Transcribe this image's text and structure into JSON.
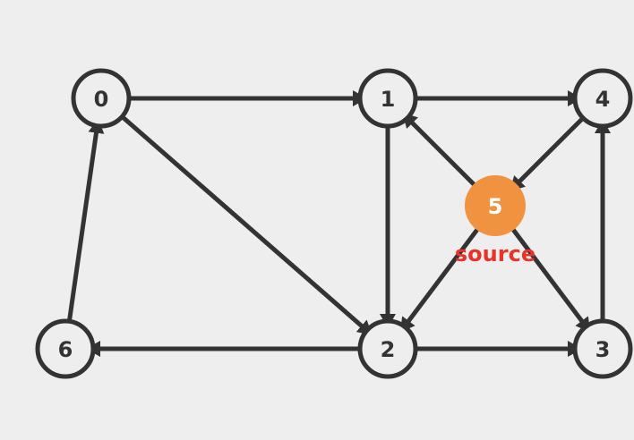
{
  "colors": {
    "edge": "#333333",
    "node_fill": "#eeeeee",
    "source_fill": "#f0923f",
    "source_text": "#ffffff",
    "source_label": "#e8332a"
  },
  "nodes": [
    {
      "id": "0",
      "label": "0"
    },
    {
      "id": "1",
      "label": "1"
    },
    {
      "id": "4",
      "label": "4"
    },
    {
      "id": "5",
      "label": "5",
      "highlight": true
    },
    {
      "id": "6",
      "label": "6"
    },
    {
      "id": "2",
      "label": "2"
    },
    {
      "id": "3",
      "label": "3"
    }
  ],
  "edges": [
    {
      "from": "0",
      "to": "1"
    },
    {
      "from": "1",
      "to": "4"
    },
    {
      "from": "4",
      "to": "5"
    },
    {
      "from": "5",
      "to": "1"
    },
    {
      "from": "1",
      "to": "2"
    },
    {
      "from": "0",
      "to": "2"
    },
    {
      "from": "5",
      "to": "2"
    },
    {
      "from": "5",
      "to": "3"
    },
    {
      "from": "3",
      "to": "4"
    },
    {
      "from": "2",
      "to": "3"
    },
    {
      "from": "2",
      "to": "6"
    },
    {
      "from": "6",
      "to": "0"
    }
  ],
  "source_label": "source"
}
